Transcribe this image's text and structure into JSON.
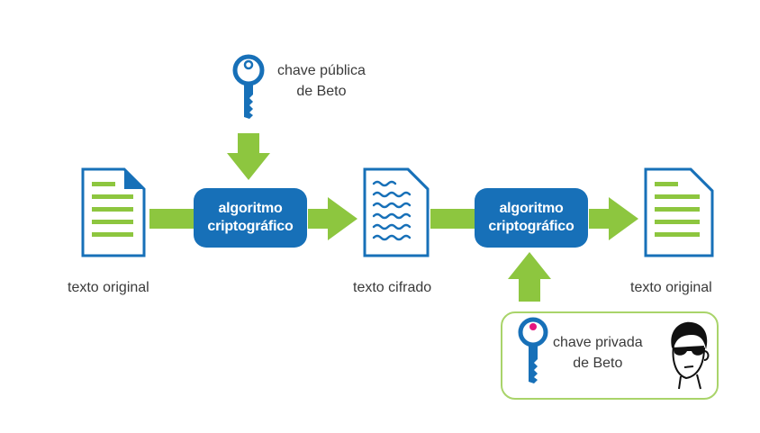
{
  "colors": {
    "accent_blue": "#1770b8",
    "arrow_green": "#8dc63f",
    "line_green": "#8dc63f",
    "box_border": "#a9d46a",
    "text": "#3a3a3a"
  },
  "public_key": {
    "icon": "key-icon",
    "line1": "chave pública",
    "line2": "de Beto"
  },
  "private_key": {
    "icon": "key-icon",
    "line1": "chave privada",
    "line2": "de Beto",
    "avatar": "person-sunglasses-icon"
  },
  "algorithm_1": {
    "line1": "algoritmo",
    "line2": "criptográfico"
  },
  "algorithm_2": {
    "line1": "algoritmo",
    "line2": "criptográfico"
  },
  "documents": {
    "original_left": {
      "icon": "document-lines-icon",
      "label": "texto original"
    },
    "cipher": {
      "icon": "document-wavy-icon",
      "label": "texto cifrado"
    },
    "original_right": {
      "icon": "document-lines-icon",
      "label": "texto original"
    }
  }
}
